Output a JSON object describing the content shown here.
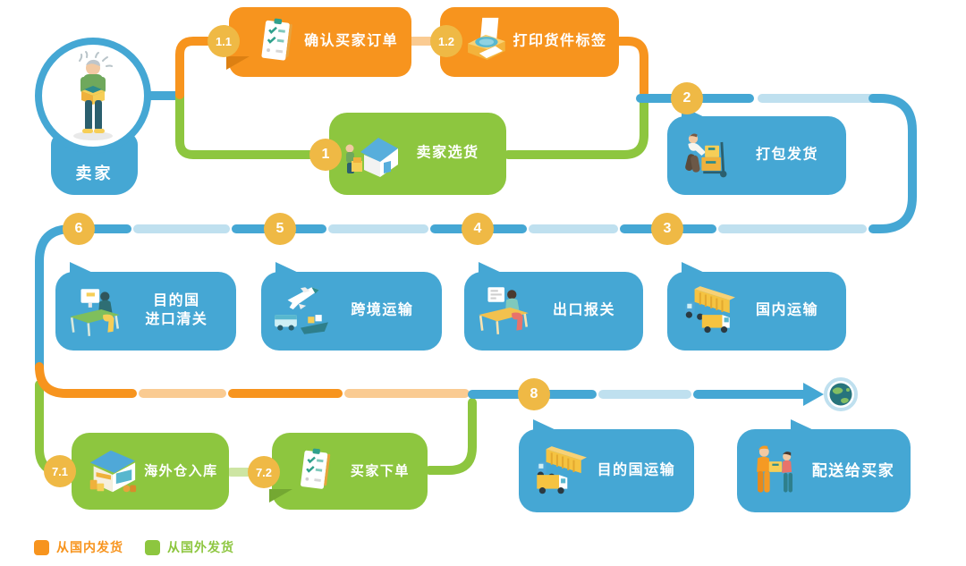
{
  "seller": {
    "label": "卖家"
  },
  "badges": {
    "b11": "1.1",
    "b12": "1.2",
    "b1": "1",
    "b2": "2",
    "b3": "3",
    "b4": "4",
    "b5": "5",
    "b6": "6",
    "b71": "7.1",
    "b72": "7.2",
    "b8": "8"
  },
  "boxes": {
    "confirm_order": {
      "label": "确认买家订单"
    },
    "print_label": {
      "label": "打印货件标签"
    },
    "seller_pick": {
      "label": "卖家选货"
    },
    "pack_ship": {
      "label": "打包发货"
    },
    "domestic_transport": {
      "label": "国内运输"
    },
    "export_customs": {
      "label": "出口报关"
    },
    "cross_border": {
      "label": "跨境运输"
    },
    "import_customs": {
      "label_line1": "目的国",
      "label_line2": "进口清关"
    },
    "overseas_warehouse": {
      "label": "海外仓入库"
    },
    "buyer_order": {
      "label": "买家下单"
    },
    "dest_transport": {
      "label": "目的国运输"
    },
    "delivery": {
      "label": "配送给买家"
    }
  },
  "legend": {
    "items": [
      {
        "label": "从国内发货",
        "color": "#F7941E"
      },
      {
        "label": "从国外发货",
        "color": "#8DC63F"
      }
    ]
  },
  "colors": {
    "orange": "#F7941E",
    "light_orange": "#FACB92",
    "green": "#8DC63F",
    "light_green": "#CDE5A3",
    "blue": "#45A7D4",
    "light_blue": "#BFE0EF",
    "badge_amber": "#EFB945",
    "globe_sea": "#27747C",
    "globe_land": "#83BE63"
  }
}
